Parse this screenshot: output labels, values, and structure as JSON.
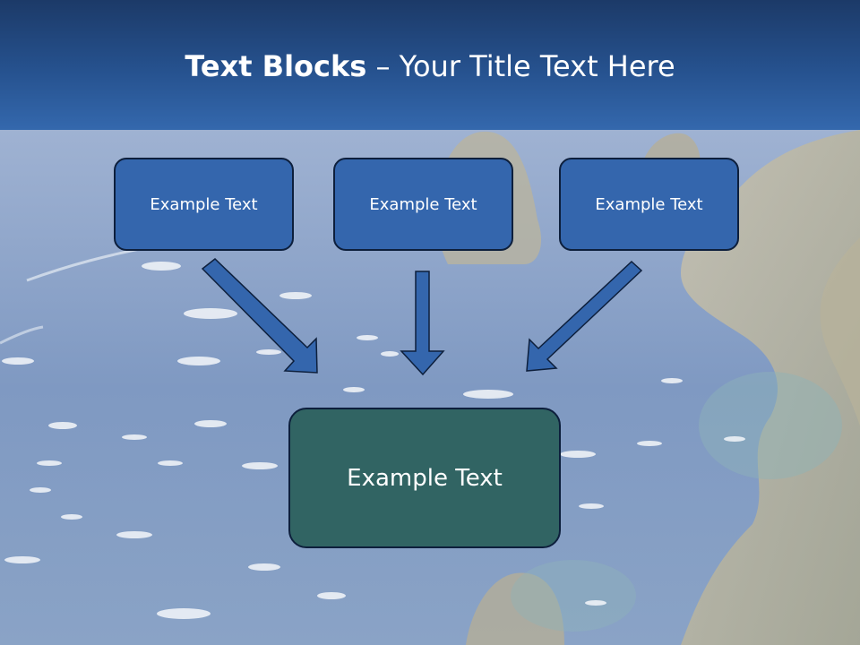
{
  "header": {
    "title_bold": "Text Blocks",
    "title_rest": " – Your Title Text Here"
  },
  "diagram": {
    "top_boxes": [
      {
        "label": "Example Text"
      },
      {
        "label": "Example Text"
      },
      {
        "label": "Example Text"
      }
    ],
    "bottom_box": {
      "label": "Example Text"
    }
  },
  "colors": {
    "header_dark": "#1c3a68",
    "header_light": "#3468ad",
    "box_blue": "#3466ad",
    "box_teal": "#316463",
    "arrow_fill": "#3466ad",
    "outline": "#0d1f3c"
  }
}
